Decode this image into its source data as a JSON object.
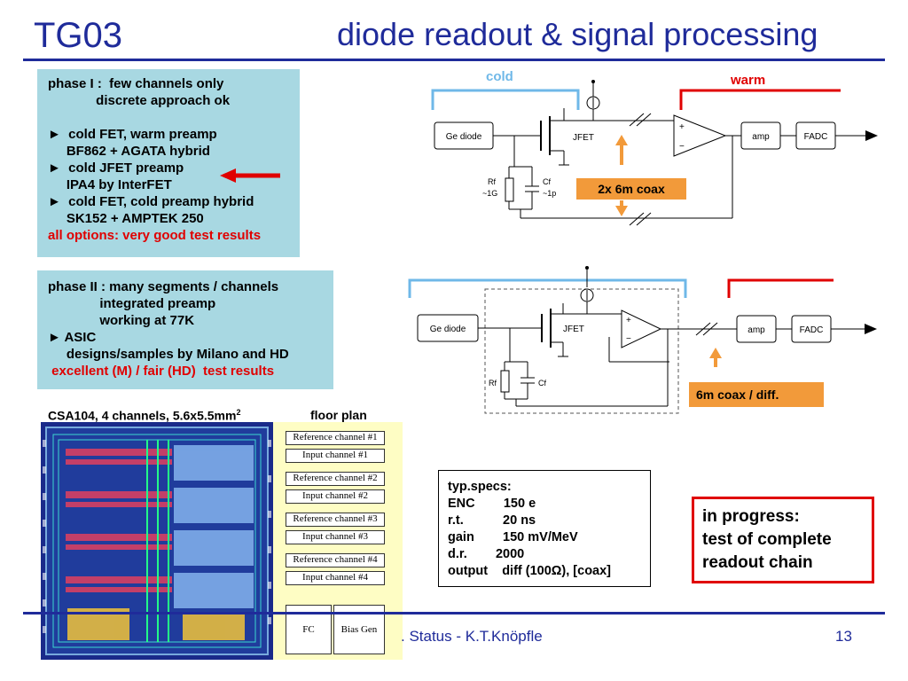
{
  "title": {
    "left": "TG03",
    "right": "diode readout & signal processing"
  },
  "phase1": {
    "lines": [
      "phase I :  few channels only",
      "             discrete approach ok",
      "",
      "►  cold FET, warm preamp",
      "     BF862 + AGATA hybrid",
      "►  cold JFET preamp",
      "     IPA4 by InterFET",
      "►  cold FET, cold preamp hybrid",
      "     SK152 + AMPTEK 250"
    ],
    "result": "all options: very good test results"
  },
  "phase2": {
    "lines": [
      "phase II : many segments / channels",
      "              integrated preamp",
      "              working at 77K",
      "► ASIC",
      "     designs/samples by Milano and HD"
    ],
    "result": " excellent (M) / fair (HD)  test results"
  },
  "diagram1": {
    "cold": "cold",
    "warm": "warm",
    "ge_diode": "Ge diode",
    "jfet": "JFET",
    "rf": "Rf",
    "rf_val": "~1G",
    "cf": "Cf",
    "cf_val": "~1p",
    "amp": "amp",
    "fadc": "FADC",
    "coax": "2x   6m coax",
    "plus": "+",
    "minus": "−"
  },
  "diagram2": {
    "ge_diode": "Ge diode",
    "jfet": "JFET",
    "rf": "Rf",
    "cf": "Cf",
    "amp": "amp",
    "fadc": "FADC",
    "coax": "6m coax / diff.",
    "plus": "+",
    "minus": "−"
  },
  "chip": {
    "caption_main": "CSA104, 4 channels, 5.6x5.5mm",
    "caption_sup": "2",
    "floorplan": "floor plan",
    "channels": [
      {
        "ref": "Reference channel #1",
        "input": "Input channel #1"
      },
      {
        "ref": "Reference channel #2",
        "input": "Input channel #2"
      },
      {
        "ref": "Reference channel #3",
        "input": "Input channel #3"
      },
      {
        "ref": "Reference channel #4",
        "input": "Input channel #4"
      }
    ],
    "fc": "FC",
    "bias": "Bias Gen"
  },
  "specs": {
    "heading": "typ.specs:",
    "rows": [
      "ENC        150 e",
      "r.t.           20 ns",
      "gain        150 mV/MeV",
      "d.r.        2000",
      "output    diff (100Ω), [coax]"
    ]
  },
  "progress": [
    "in progress:",
    "test of complete",
    "readout chain"
  ],
  "footer": {
    "text": ". Status - K.T.Knöpfle",
    "page": "13"
  },
  "colors": {
    "title": "#1f2b9a",
    "panel": "#a8d8e2",
    "accent": "#e00000",
    "coax_box": "#f29a3a",
    "cold_bracket": "#6fb8e8"
  }
}
